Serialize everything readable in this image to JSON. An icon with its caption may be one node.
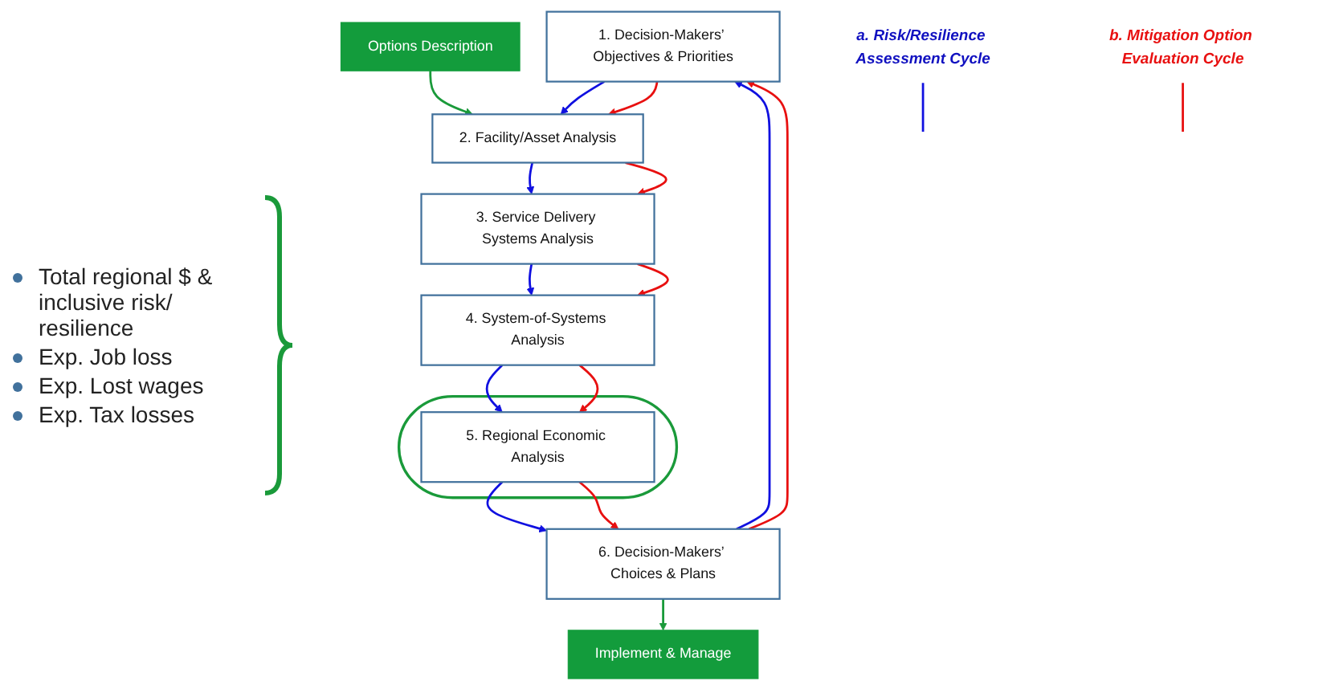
{
  "diagram": {
    "nodes": [
      {
        "text": [
          "1. Decision-Makers’ Objectives & Priorities"
        ]
      },
      {
        "text": [
          "2. Facility/Asset Analysis"
        ]
      },
      {
        "text": [
          "3. Service Delivery Systems Analysis"
        ]
      },
      {
        "text": [
          "4. System-of-Systems Analysis"
        ]
      },
      {
        "text": [],
        "shape": "ellipse"
      },
      {
        "text": [
          "5. Regional Economic Analysis"
        ],
        "in": 4
      },
      {
        "text": [
          "6. Decision-Makers’ Choices & Plans"
        ]
      },
      {
        "text": [
          "Implement & Manage"
        ]
      },
      {
        "text": [
          "Options Description"
        ]
      },
      {
        "text": [
          "a. Risk/Resilience Assessment Cycle"
        ]
      },
      {
        "text": [
          "b. Mitigation Option Evaluation Cycle"
        ]
      }
    ],
    "edges": [
      {
        "from": 0,
        "to": 1,
        "arrow": "to",
        "color": "#1010e0"
      },
      {
        "from": 1,
        "to": 2,
        "arrow": "to",
        "color": "#1010e0"
      },
      {
        "from": 2,
        "to": 3,
        "arrow": "to",
        "color": "#1010e0"
      },
      {
        "from": 3,
        "to": 5,
        "arrow": "to",
        "color": "#1010e0"
      },
      {
        "from": 5,
        "to": 6,
        "arrow": "to",
        "color": "#1010e0"
      },
      {
        "from": 6,
        "to": 0,
        "arrow": "to",
        "color": "#1010e0"
      },
      {
        "from": 0,
        "to": 1,
        "arrow": "to",
        "color": "#e81010"
      },
      {
        "from": 1,
        "to": 2,
        "arrow": "to",
        "color": "#e81010"
      },
      {
        "from": 2,
        "to": 3,
        "arrow": "to",
        "color": "#e81010"
      },
      {
        "from": 3,
        "to": 5,
        "arrow": "to",
        "color": "#e81010"
      },
      {
        "from": 5,
        "to": 6,
        "arrow": "to",
        "color": "#e81010"
      },
      {
        "from": 6,
        "to": 0,
        "arrow": "to",
        "color": "#e81010"
      },
      {
        "from": 6,
        "to": 7,
        "arrow": "to",
        "color": "#1a9a3a"
      },
      {
        "from": 8,
        "to": 1,
        "arrow": "to",
        "color": "#1a9a3a"
      },
      {
        "from": 9,
        "to": null,
        "arrow": "none",
        "color": "#1010e0"
      },
      {
        "from": 10,
        "to": null,
        "arrow": "none",
        "color": "#e81010"
      }
    ],
    "labels": [
      "Total regional $ & inclusive risk/ resilience",
      "Exp. Job loss",
      "Exp. Lost wages",
      "Exp. Tax losses"
    ]
  }
}
